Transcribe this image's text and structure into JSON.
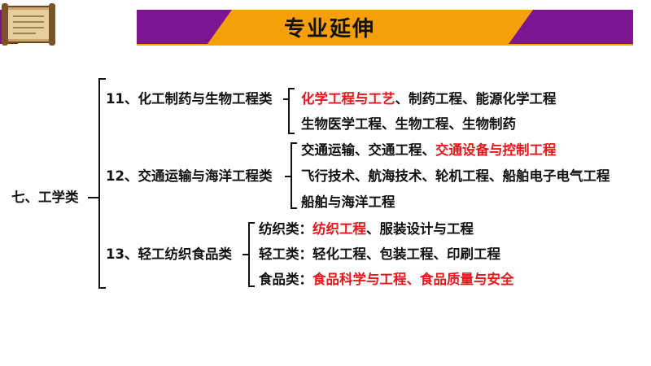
{
  "header": {
    "title": "专业延伸"
  },
  "root": {
    "label": "七、工学类"
  },
  "groups": [
    {
      "label": "11、化工制药与生物工程类",
      "lines": [
        {
          "highlight": "化学工程与工艺",
          "rest": "、制药工程、能源化学工程"
        },
        {
          "text": "生物医学工程、生物工程、生物制药"
        }
      ]
    },
    {
      "label": "12、交通运输与海洋工程类",
      "lines": [
        {
          "text": "交通运输、交通工程、",
          "highlight": "交通设备与控制工程"
        },
        {
          "text": "飞行技术、航海技术、轮机工程、船舶电子电气工程"
        },
        {
          "text": "船舶与海洋工程"
        }
      ]
    },
    {
      "label": "13、轻工纺织食品类",
      "lines": [
        {
          "prefix": "纺织类：",
          "highlight": "纺织工程",
          "rest": "、服装设计与工程"
        },
        {
          "prefix": "轻工类：",
          "text": "轻化工程、包装工程、印刷工程"
        },
        {
          "prefix": "食品类：",
          "highlight": "食品科学与工程、食品质量与安全"
        }
      ]
    }
  ],
  "colors": {
    "highlight": "#e8161b",
    "banner_purple": "#7b1591",
    "banner_orange": "#f5a00a"
  }
}
